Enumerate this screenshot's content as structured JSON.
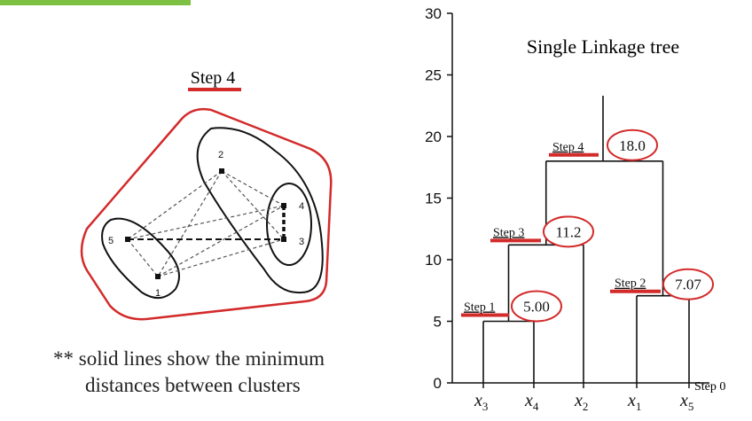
{
  "left_diagram": {
    "title": "Step 4",
    "points": [
      {
        "id": "1"
      },
      {
        "id": "2"
      },
      {
        "id": "3"
      },
      {
        "id": "4"
      },
      {
        "id": "5"
      }
    ],
    "note_line1": "** solid lines show the minimum",
    "note_line2": "distances between clusters",
    "colors": {
      "highlight": "#d32a2a",
      "lines": "#555555"
    }
  },
  "chart_data": {
    "type": "dendrogram",
    "title": "Single Linkage tree",
    "xlabel": "",
    "ylabel": "",
    "ylim": [
      0,
      30
    ],
    "yticks": [
      0,
      5,
      10,
      15,
      20,
      25,
      30
    ],
    "leaves": [
      "x3",
      "x4",
      "x2",
      "x1",
      "x5"
    ],
    "leaf_labels": [
      {
        "base": "x",
        "sub": "3"
      },
      {
        "base": "x",
        "sub": "4"
      },
      {
        "base": "x",
        "sub": "2"
      },
      {
        "base": "x",
        "sub": "1"
      },
      {
        "base": "x",
        "sub": "5"
      }
    ],
    "merges": [
      {
        "step": "Step 1",
        "height": 5.0,
        "height_label": "5.00",
        "children": [
          "x3",
          "x4"
        ]
      },
      {
        "step": "Step 2",
        "height": 7.07,
        "height_label": "7.07",
        "children": [
          "x1",
          "x5"
        ]
      },
      {
        "step": "Step 3",
        "height": 11.2,
        "height_label": "11.2",
        "children": [
          "Step 1",
          "x2"
        ]
      },
      {
        "step": "Step 4",
        "height": 18.0,
        "height_label": "18.0",
        "children": [
          "Step 3",
          "Step 2"
        ]
      }
    ],
    "baseline_label": "Step 0",
    "grid": false,
    "colors": {
      "highlight": "#d32a2a",
      "tree": "#111111"
    }
  }
}
